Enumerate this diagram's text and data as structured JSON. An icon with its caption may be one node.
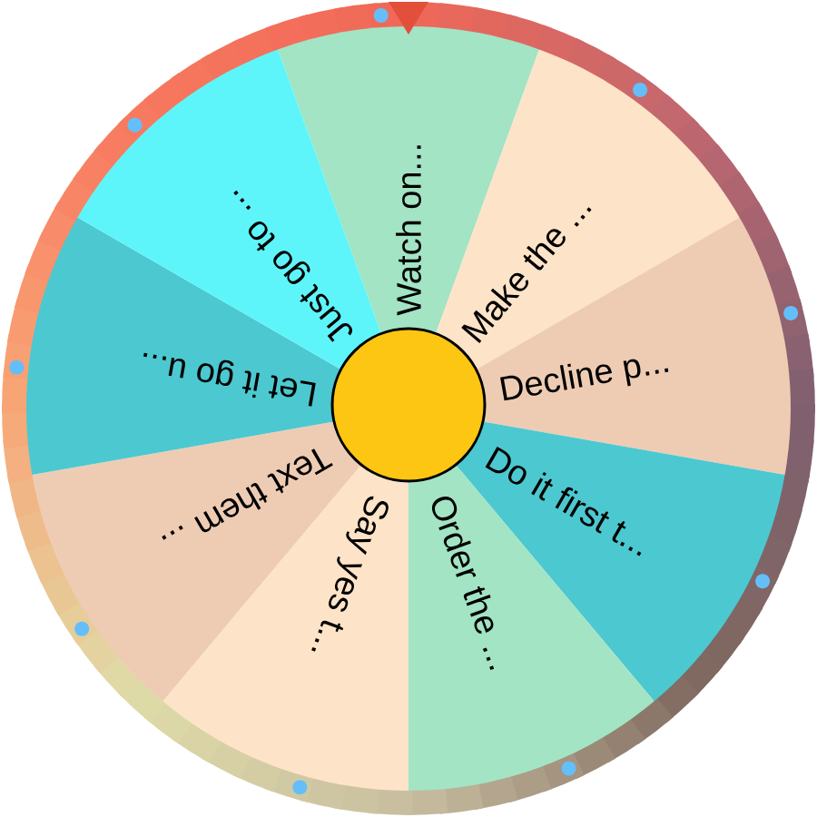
{
  "diagram": {
    "nodes": [
      {
        "text": [
          "Watch on..."
        ]
      },
      {
        "text": [
          "Make the ..."
        ]
      },
      {
        "text": [
          "Decline p..."
        ]
      },
      {
        "text": [
          "Do it first t..."
        ]
      },
      {
        "text": [
          "Order the ..."
        ]
      },
      {
        "text": [
          "Say yes t..."
        ]
      },
      {
        "text": [
          "Text them ..."
        ]
      },
      {
        "text": [
          "Let it go u..."
        ]
      },
      {
        "text": [
          "Just go to ..."
        ]
      },
      {
        "text": [],
        "shape": "circle"
      }
    ]
  }
}
